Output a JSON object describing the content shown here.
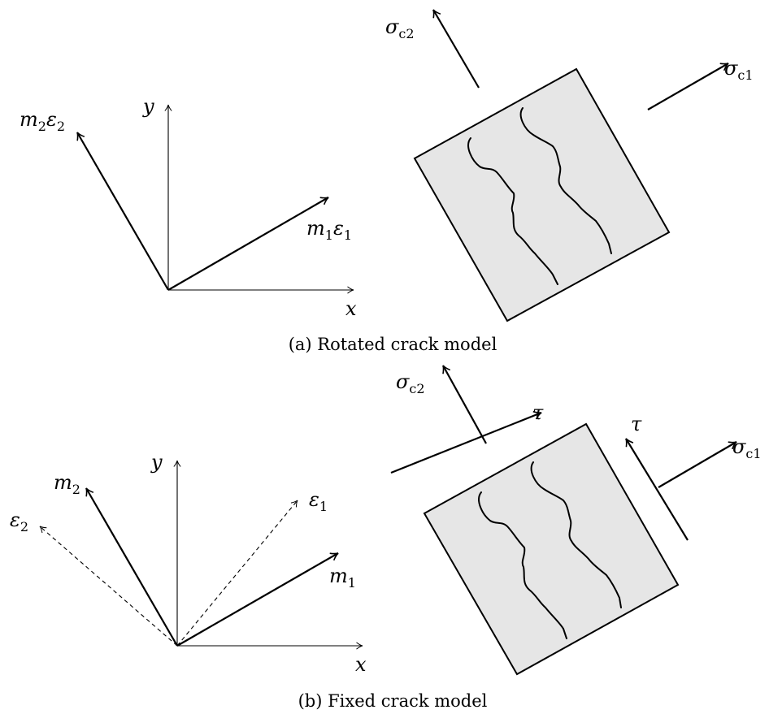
{
  "panels": [
    {
      "id": "a",
      "caption": "(a) Rotated crack model",
      "axis_x": "x",
      "axis_y": "y",
      "vector_1": {
        "base": "m",
        "sub": "1",
        "base2": "ε",
        "sub2": "1"
      },
      "vector_2": {
        "base": "m",
        "sub": "2",
        "base2": "ε",
        "sub2": "2"
      },
      "stress_1": {
        "base": "σ",
        "sub": "c1"
      },
      "stress_2": {
        "base": "σ",
        "sub": "c2"
      }
    },
    {
      "id": "b",
      "caption": "(b) Fixed crack model",
      "axis_x": "x",
      "axis_y": "y",
      "vector_m1": {
        "base": "m",
        "sub": "1"
      },
      "vector_m2": {
        "base": "m",
        "sub": "2"
      },
      "vector_e1": {
        "base": "ε",
        "sub": "1"
      },
      "vector_e2": {
        "base": "ε",
        "sub": "2"
      },
      "stress_1": {
        "base": "σ",
        "sub": "c1"
      },
      "stress_2": {
        "base": "σ",
        "sub": "c2"
      },
      "shear": "τ"
    }
  ]
}
